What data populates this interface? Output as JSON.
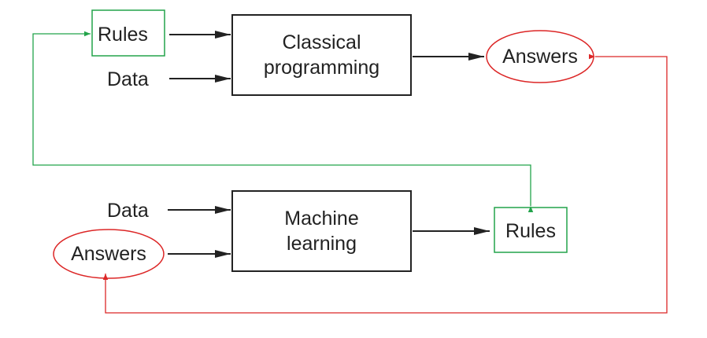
{
  "classical": {
    "rules_input": "Rules",
    "data_input": "Data",
    "box_line1": "Classical",
    "box_line2": "programming",
    "output": "Answers"
  },
  "machine_learning": {
    "data_input": "Data",
    "answers_input": "Answers",
    "box_line1": "Machine",
    "box_line2": "learning",
    "output": "Rules"
  },
  "colors": {
    "text": "#222222",
    "box_stroke": "#222222",
    "arrow": "#222222",
    "rules_link": "#22a34a",
    "answers_link": "#dc2626"
  }
}
